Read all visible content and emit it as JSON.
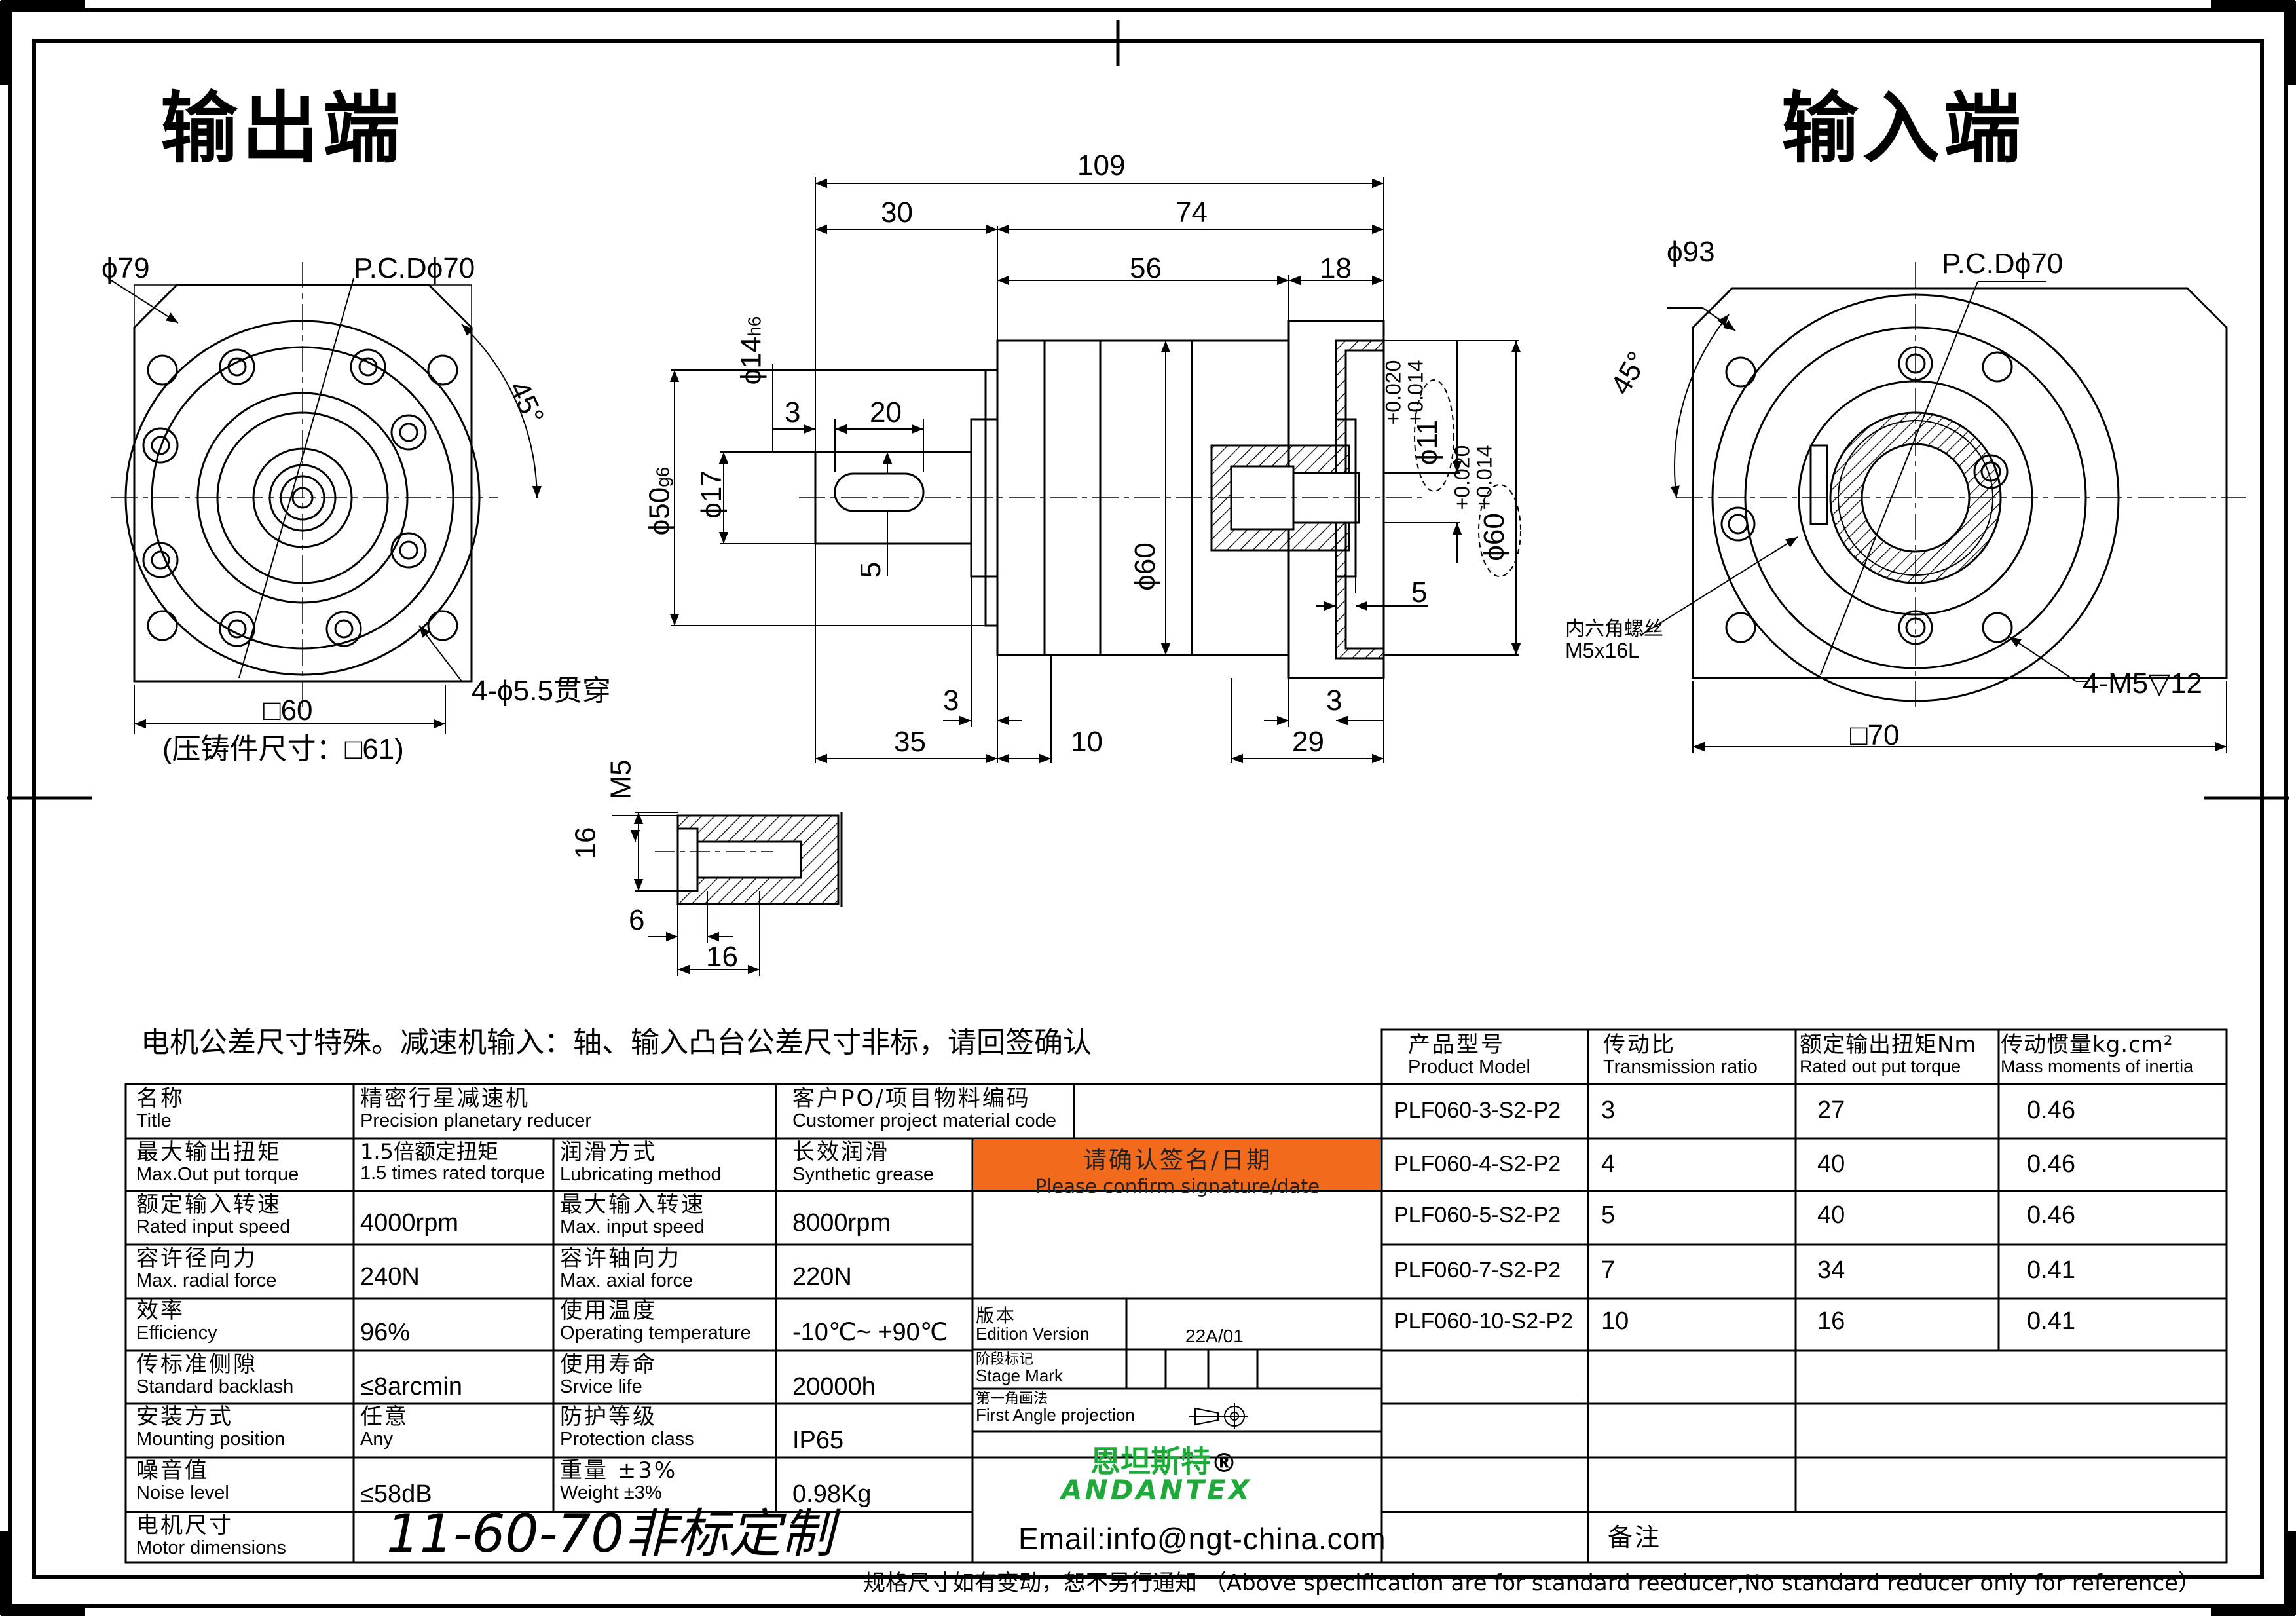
{
  "headings": {
    "output_end": "输出端",
    "input_end": "输入端"
  },
  "dimensions": {
    "front": {
      "d79": "ϕ79",
      "pcd70": "P.C.Dϕ70",
      "angle45": "45°",
      "holes": "4-ϕ5.5贯穿",
      "sq60": "□60",
      "cast": "(压铸件尺寸：□61)"
    },
    "side": {
      "l109": "109",
      "l30": "30",
      "l74": "74",
      "l56": "56",
      "l18": "18",
      "d14": "ϕ14",
      "d14_tol": "h6",
      "l3a": "3",
      "l20": "20",
      "d50": "ϕ50",
      "d50_tol": "g6",
      "d17": "ϕ17",
      "l5": "5",
      "d60": "ϕ60",
      "d11": "ϕ11",
      "d11_tol": "+0.020\n+0.014",
      "d60b": "ϕ60",
      "d60b_tol": "+0.020\n+0.014",
      "l5b": "5",
      "l3b": "3",
      "l3c": "3",
      "l35": "35",
      "l10": "10",
      "l29": "29"
    },
    "detail": {
      "m5": "M5",
      "d16": "16",
      "l6": "6",
      "l16": "16"
    },
    "rear": {
      "d93": "ϕ93",
      "pcd70": "P.C.Dϕ70",
      "angle45": "45°",
      "screw_cn": "内六角螺丝",
      "screw_en": "M5x16L",
      "holes": "4-M5▽12",
      "sq70": "□70"
    }
  },
  "note": "电机公差尺寸特殊。减速机输入：轴、输入凸台公差尺寸非标，请回签确认",
  "spec_table": [
    {
      "cn1": "名称",
      "en1": "Title",
      "v1": "精密行星减速机",
      "v1en": "Precision planetary reducer",
      "cn2": "客户PO/项目物料编码",
      "en2": "Customer project material code",
      "v2": ""
    },
    {
      "cn1": "最大输出扭矩",
      "en1": "Max.Out put torque",
      "v1": "1.5倍额定扭矩",
      "v1en": "1.5 times rated torque",
      "cn2": "润滑方式",
      "en2": "Lubricating method",
      "v2": "长效润滑",
      "v2en": "Synthetic grease"
    },
    {
      "cn1": "额定输入转速",
      "en1": "Rated input speed",
      "v1": "4000rpm",
      "cn2": "最大输入转速",
      "en2": "Max. input speed",
      "v2": "8000rpm"
    },
    {
      "cn1": "容许径向力",
      "en1": "Max. radial force",
      "v1": "240N",
      "cn2": "容许轴向力",
      "en2": "Max. axial force",
      "v2": "220N"
    },
    {
      "cn1": "效率",
      "en1": "Efficiency",
      "v1": "96%",
      "cn2": "使用温度",
      "en2": "Operating temperature",
      "v2": "-10℃~ +90℃"
    },
    {
      "cn1": "传标准侧隙",
      "en1": "Standard backlash",
      "v1": "≤8arcmin",
      "cn2": "使用寿命",
      "en2": "Srvice life",
      "v2": "20000h"
    },
    {
      "cn1": "安装方式",
      "en1": "Mounting position",
      "v1": "任意",
      "v1en": "Any",
      "cn2": "防护等级",
      "en2": "Protection class",
      "v2": "IP65"
    },
    {
      "cn1": "噪音值",
      "en1": "Noise level",
      "v1": "≤58dB",
      "cn2": "重量 ±3%",
      "en2": "Weight ±3%",
      "v2": "0.98Kg"
    }
  ],
  "motor": {
    "cn": "电机尺寸",
    "en": "Motor dimensions",
    "value": "11-60-70非标定制"
  },
  "confirm": {
    "cn": "请确认签名/日期",
    "en": "Please confirm signature/date"
  },
  "version": {
    "cn": "版本",
    "en": "Edition Version",
    "value": "22A/01",
    "stage_cn": "阶段标记",
    "stage_en": "Stage Mark",
    "proj_cn": "第一角画法",
    "proj_en": "First Angle projection"
  },
  "brand": {
    "cn": "恩坦斯特",
    "reg": "®",
    "en": "ANDANTEX"
  },
  "email": "Email:info@ngt-china.com",
  "remark": "备注",
  "model_header": {
    "c1_cn": "产品型号",
    "c1_en": "Product Model",
    "c2_cn": "传动比",
    "c2_en": "Transmission ratio",
    "c3_cn": "额定输出扭矩Nm",
    "c3_en": "Rated out put torque",
    "c4_cn": "传动惯量kg.cm²",
    "c4_en": "Mass moments of inertia"
  },
  "models": [
    {
      "model": "PLF060-3-S2-P2",
      "ratio": "3",
      "torque": "27",
      "inertia": "0.46"
    },
    {
      "model": "PLF060-4-S2-P2",
      "ratio": "4",
      "torque": "40",
      "inertia": "0.46"
    },
    {
      "model": "PLF060-5-S2-P2",
      "ratio": "5",
      "torque": "40",
      "inertia": "0.46"
    },
    {
      "model": "PLF060-7-S2-P2",
      "ratio": "7",
      "torque": "34",
      "inertia": "0.41"
    },
    {
      "model": "PLF060-10-S2-P2",
      "ratio": "10",
      "torque": "16",
      "inertia": "0.41"
    }
  ],
  "footer": "规格尺寸如有变动，恕不另行通知 （Above specification are for standard reeducer,No standard reducer only for reference）",
  "colors": {
    "confirm_bg": "#f26a1b",
    "brand_green": "#1fa93b"
  }
}
